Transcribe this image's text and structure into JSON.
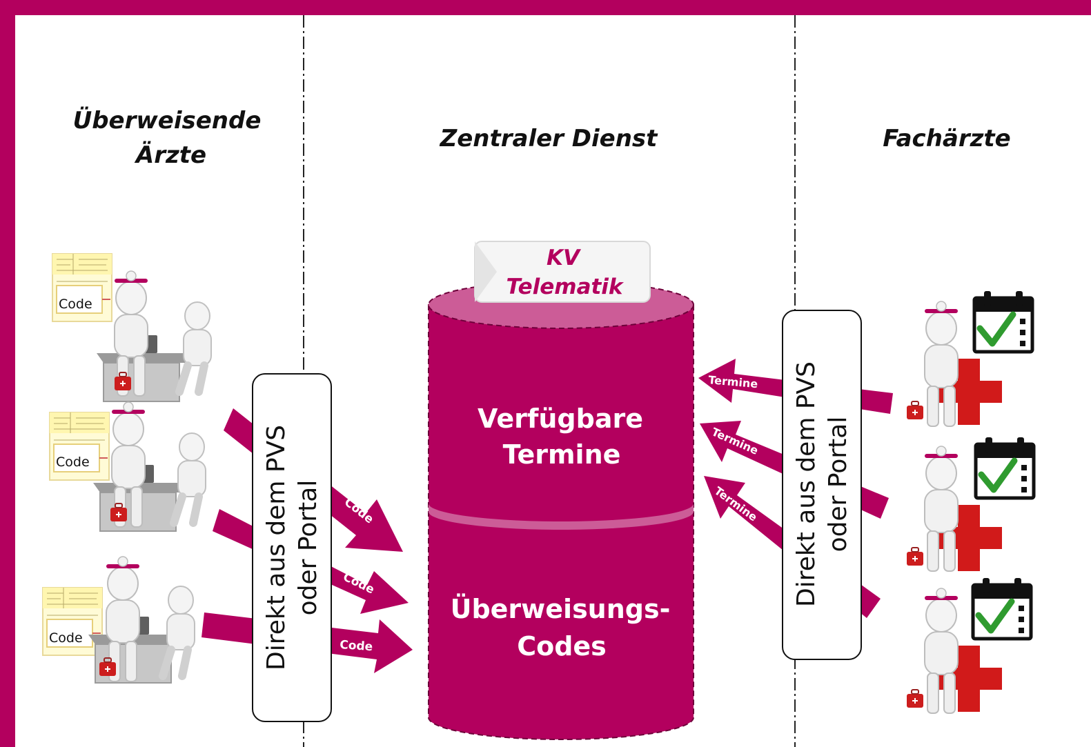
{
  "columns": {
    "left_title_line1": "Überweisende",
    "left_title_line2": "Ärzte",
    "center_title": "Zentraler Dienst",
    "right_title": "Fachärzte"
  },
  "central_db": {
    "tag_line1": "KV",
    "tag_line2": "Telematik",
    "top_section_line1": "Verfügbare",
    "top_section_line2": "Termine",
    "bottom_section_line1": "Überweisungs-",
    "bottom_section_line2": "Codes"
  },
  "left_channel": {
    "line1": "Direkt aus dem PVS",
    "line2": "oder Portal"
  },
  "right_channel": {
    "line1": "Direkt aus dem PVS",
    "line2": "oder Portal"
  },
  "left_arrows": [
    "Code",
    "Code",
    "Code"
  ],
  "right_arrows": [
    "Termine",
    "Termine",
    "Termine"
  ],
  "form_labels": [
    "Code",
    "Code",
    "Code"
  ],
  "colors": {
    "brand": "#b3005e",
    "brand_light": "#cc5c97",
    "text_dark": "#111111",
    "calendar_check": "#2f9b2f",
    "cross_red": "#d11a1a"
  }
}
